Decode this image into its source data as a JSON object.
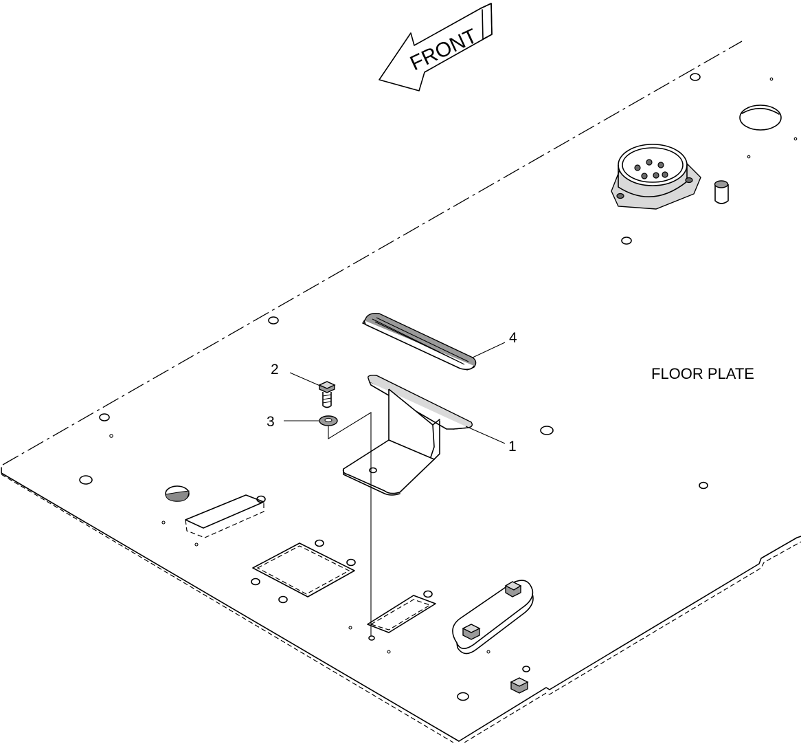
{
  "direction_label": "FRONT",
  "assembly_title": "FLOOR PLATE",
  "callouts": [
    {
      "number": "1",
      "part": "pedal-bracket"
    },
    {
      "number": "2",
      "part": "bolt"
    },
    {
      "number": "3",
      "part": "washer"
    },
    {
      "number": "4",
      "part": "pedal-pad"
    }
  ]
}
